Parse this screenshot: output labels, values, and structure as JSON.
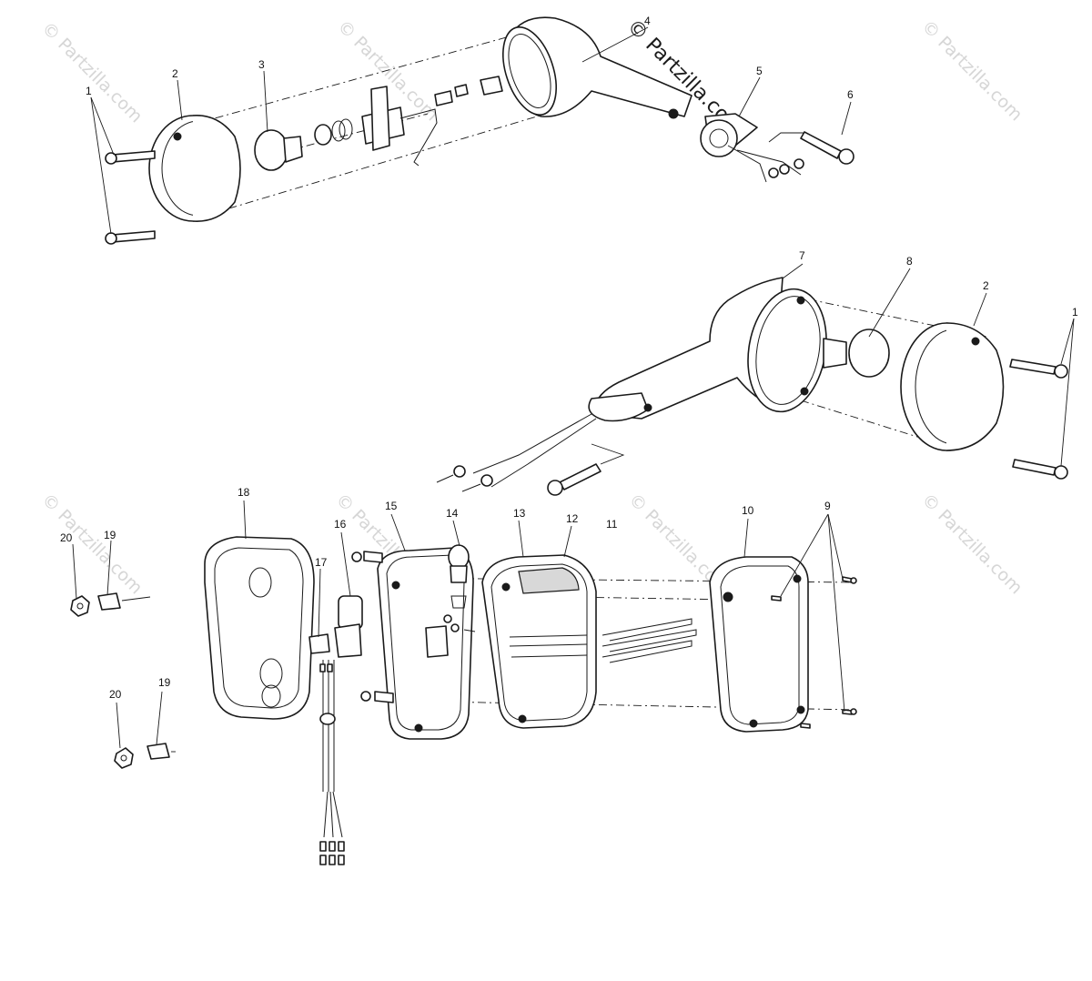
{
  "diagram": {
    "watermark_text": "© Partzilla.com",
    "callouts": [
      "1",
      "2",
      "3",
      "4",
      "5",
      "6",
      "7",
      "8",
      "2",
      "1",
      "18",
      "17",
      "16",
      "15",
      "14",
      "13",
      "12",
      "11",
      "10",
      "9",
      "20",
      "19",
      "20",
      "19"
    ]
  }
}
